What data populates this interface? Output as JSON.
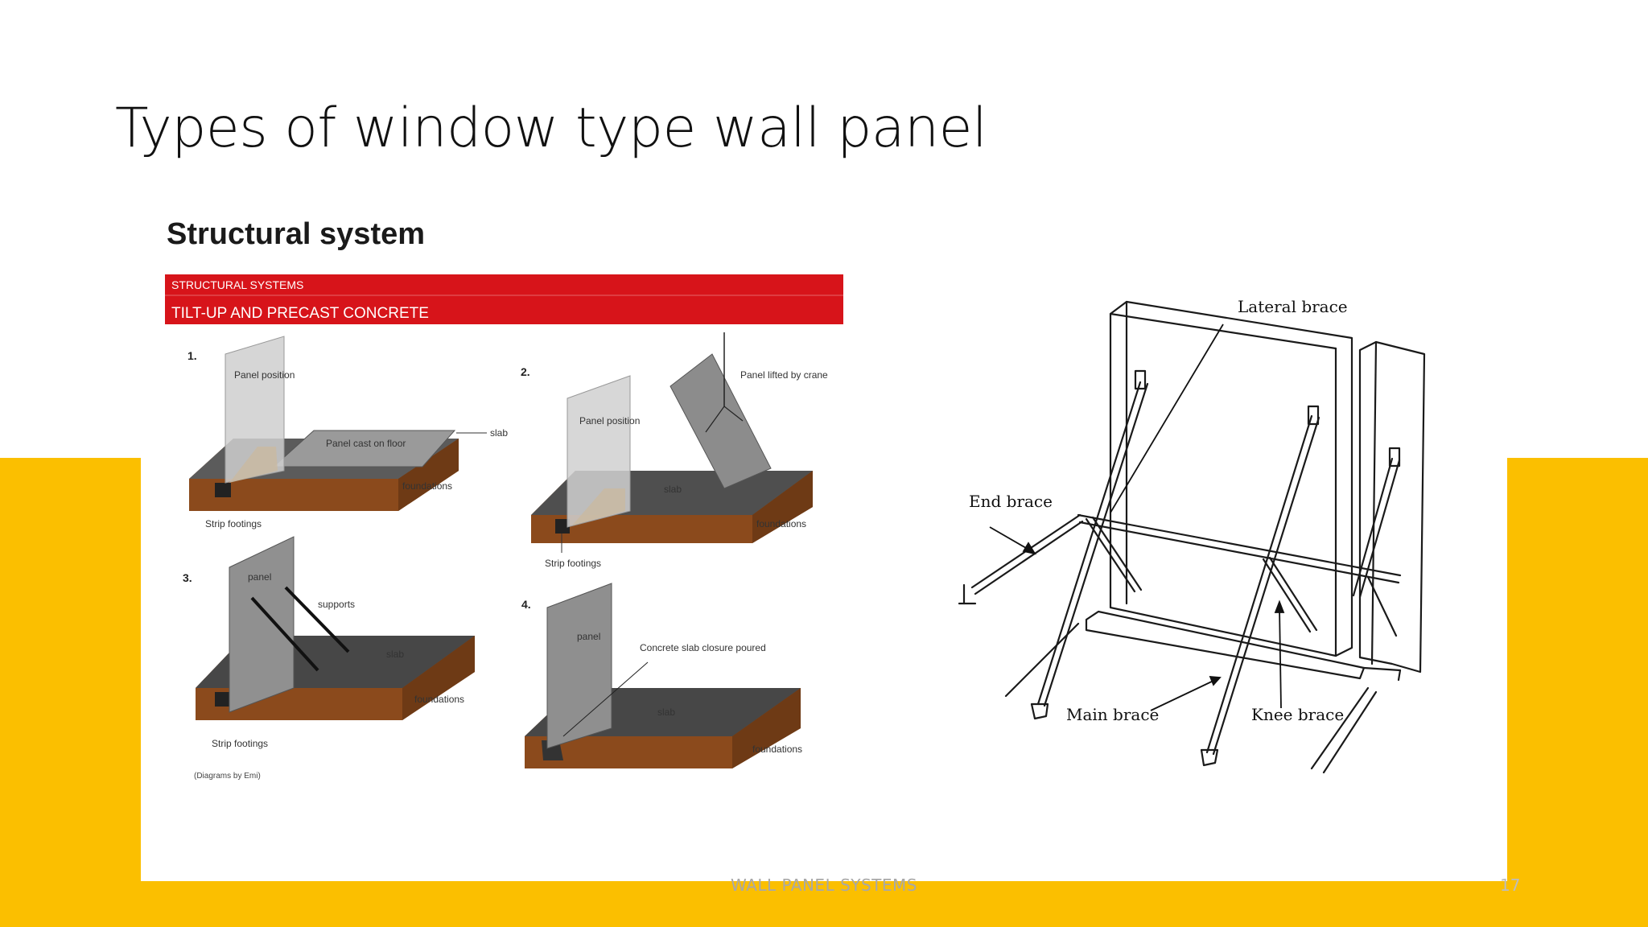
{
  "slide": {
    "title": "Types of window type wall panel",
    "footer": "WALL PANEL SYSTEMS",
    "page_number": "17"
  },
  "colors": {
    "accent_yellow": "#fbbf00",
    "banner_red": "#d7141a",
    "soil_brown": "#8b4a1c",
    "slab_dark": "#4a4a4a",
    "panel_gray": "#8c8c8c"
  },
  "left_figure": {
    "heading": "Structural system",
    "banner_line1": "STRUCTURAL SYSTEMS",
    "banner_line2": "TILT-UP AND PRECAST CONCRETE",
    "credit": "(Diagrams by Emi)",
    "step1": {
      "number": "1.",
      "panel_position": "Panel position",
      "panel_cast": "Panel cast on floor",
      "slab": "slab",
      "foundations": "foundations",
      "strip_footings": "Strip footings"
    },
    "step2": {
      "number": "2.",
      "panel_lifted": "Panel lifted by crane",
      "panel_position": "Panel position",
      "slab": "slab",
      "foundations": "foundations",
      "strip_footings": "Strip footings"
    },
    "step3": {
      "number": "3.",
      "panel": "panel",
      "supports": "supports",
      "slab": "slab",
      "foundations": "foundations",
      "strip_footings": "Strip footings"
    },
    "step4": {
      "number": "4.",
      "panel": "panel",
      "closure": "Concrete slab closure poured",
      "slab": "slab",
      "foundations": "foundations"
    }
  },
  "right_figure": {
    "lateral_brace": "Lateral brace",
    "end_brace": "End brace",
    "main_brace": "Main brace",
    "knee_brace": "Knee brace"
  }
}
